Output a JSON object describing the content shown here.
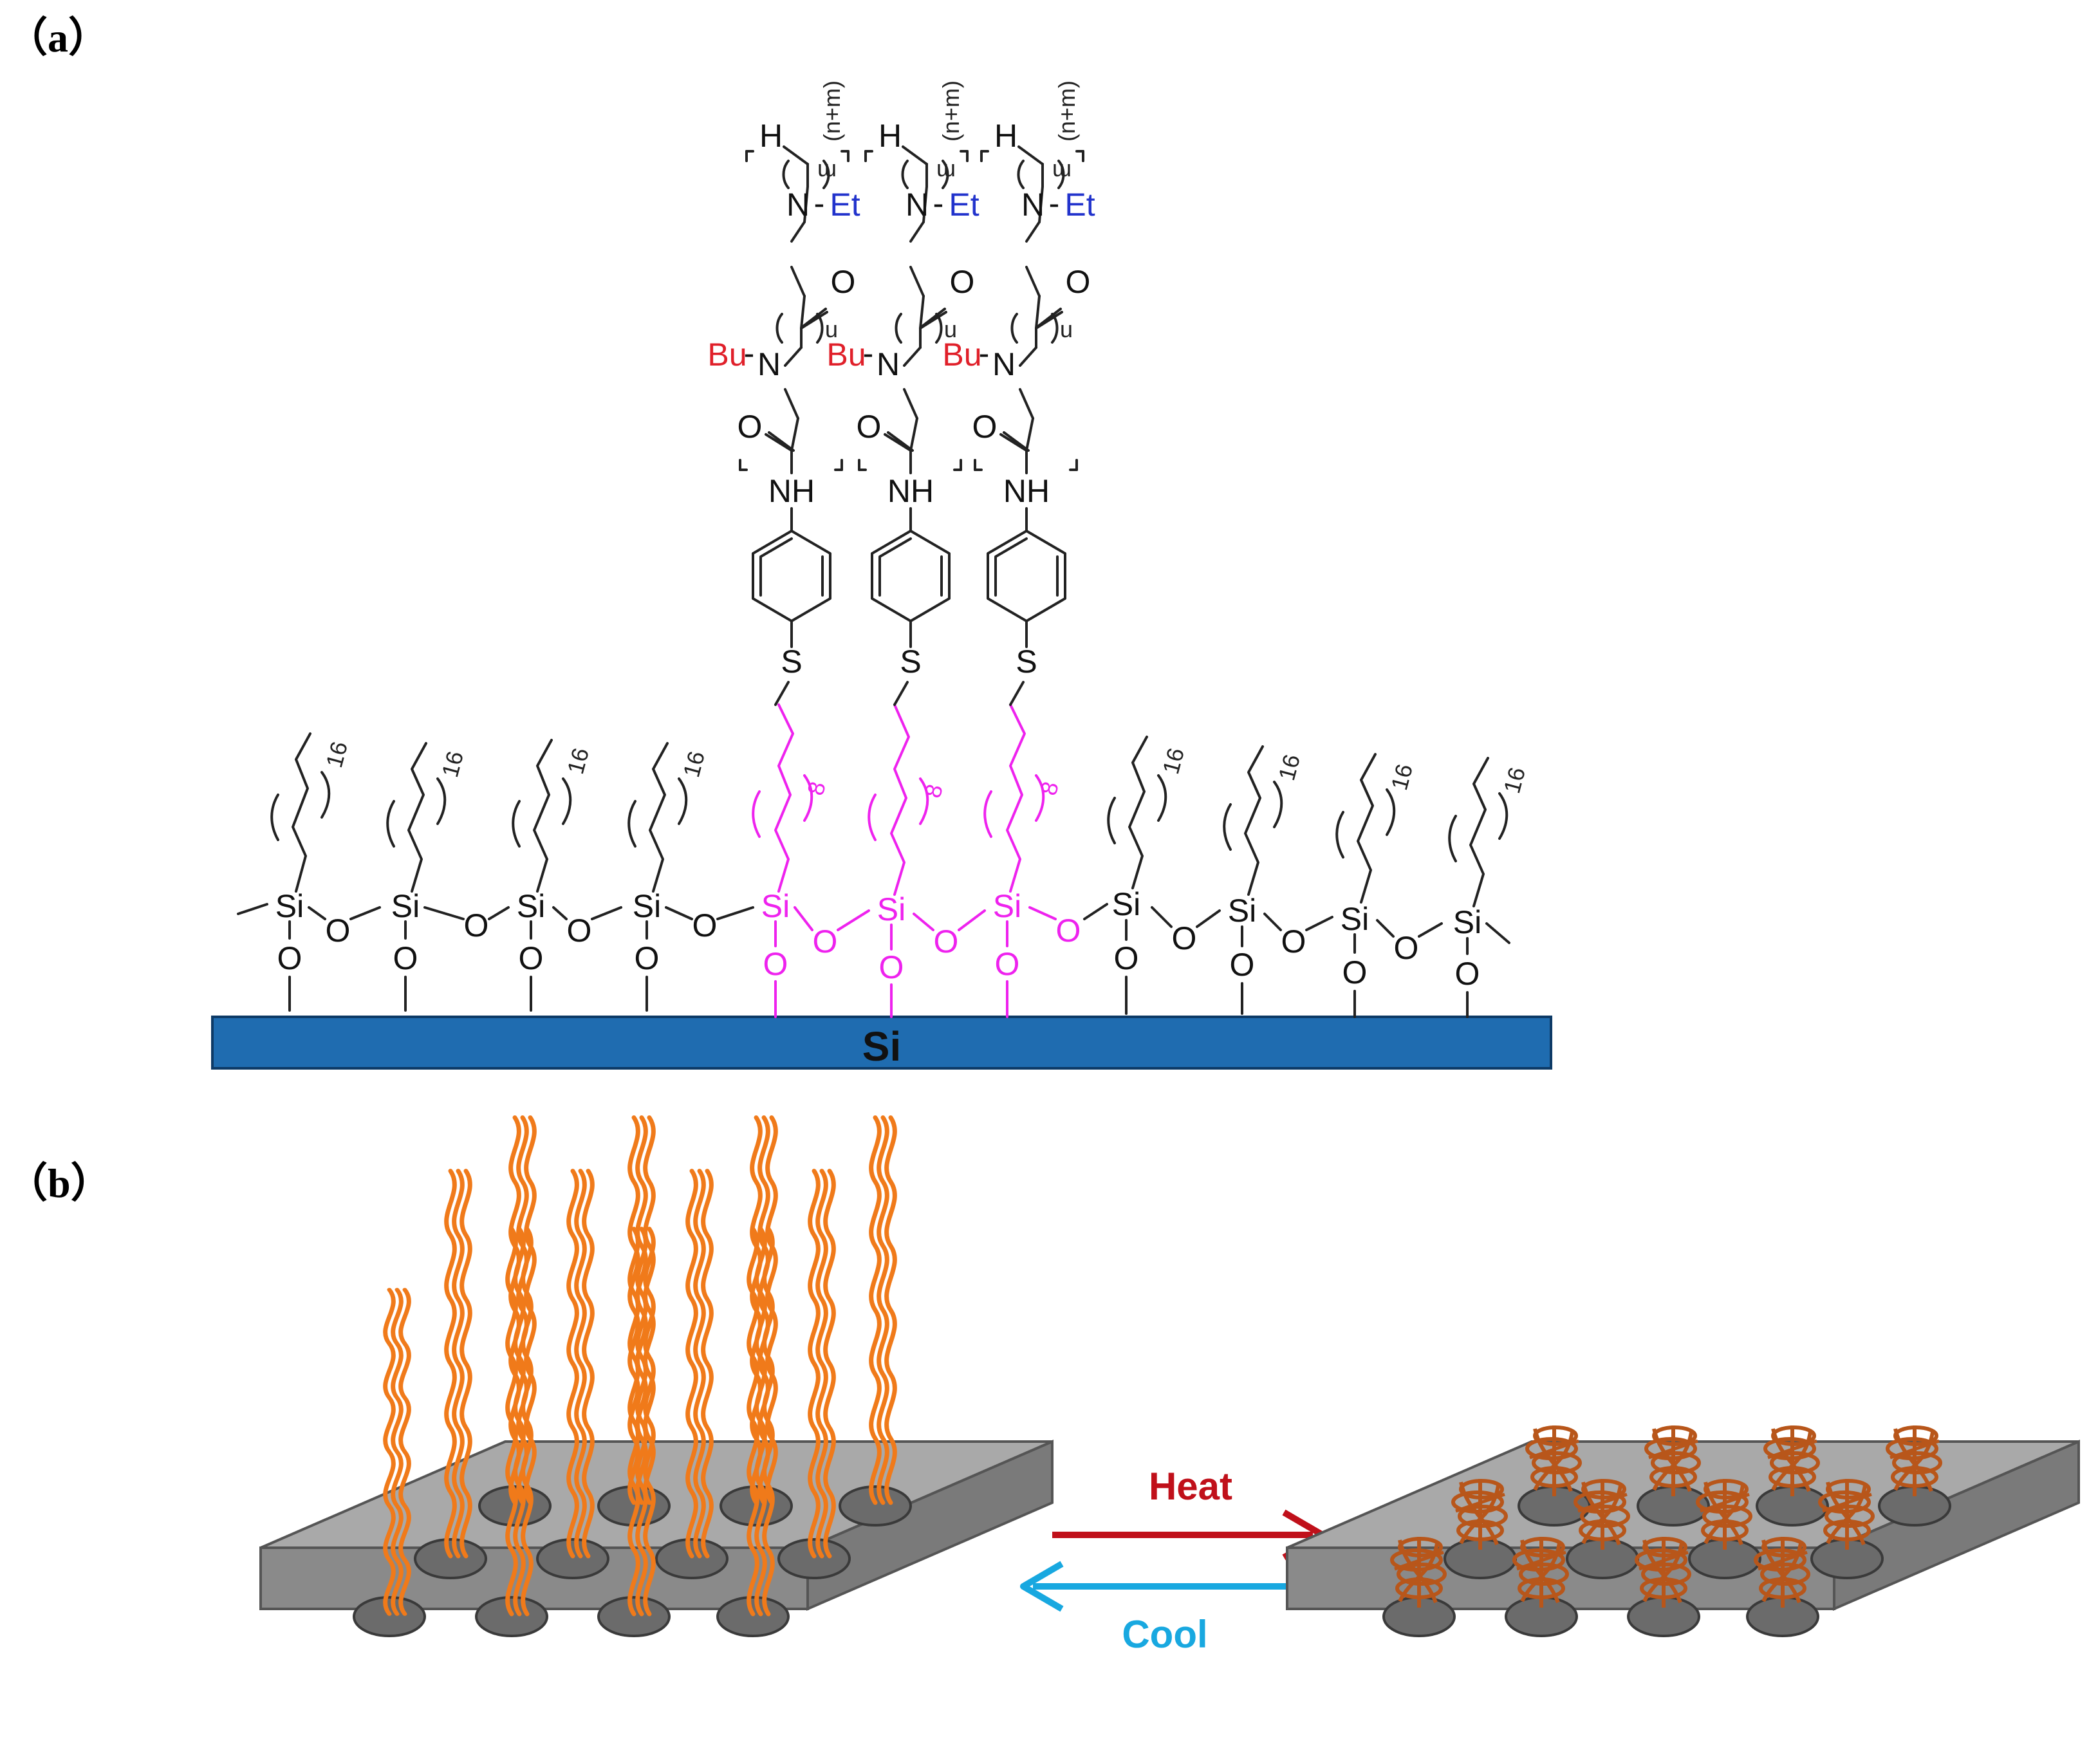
{
  "panels": {
    "a": {
      "label": "（a）"
    },
    "b": {
      "label": "（b）"
    }
  },
  "chemistry": {
    "substrate_label": "Si",
    "repeat_outer": "(n+m)",
    "repeat_m": "m",
    "repeat_n": "n",
    "atom_h": "H",
    "atom_n": "N",
    "dash": "-",
    "et": "Et",
    "bu": "Bu",
    "atom_o": "O",
    "nh": "NH",
    "atom_s": "S",
    "alkyl_16": "16",
    "alkyl_8": "8",
    "atom_si": "Si",
    "colors": {
      "pink": "#ee22ee",
      "et_blue": "#2233cc",
      "bu_red": "#e0202a",
      "substrate": "#1f6cb0"
    }
  },
  "process": {
    "heat_label": "Heat",
    "cool_label": "Cool",
    "colors": {
      "heat": "#c0101a",
      "cool": "#18a8e0",
      "extended_chain": "#f07a1a",
      "collapsed_chain": "#b8561a",
      "slab_top": "#a9a9a9"
    }
  }
}
